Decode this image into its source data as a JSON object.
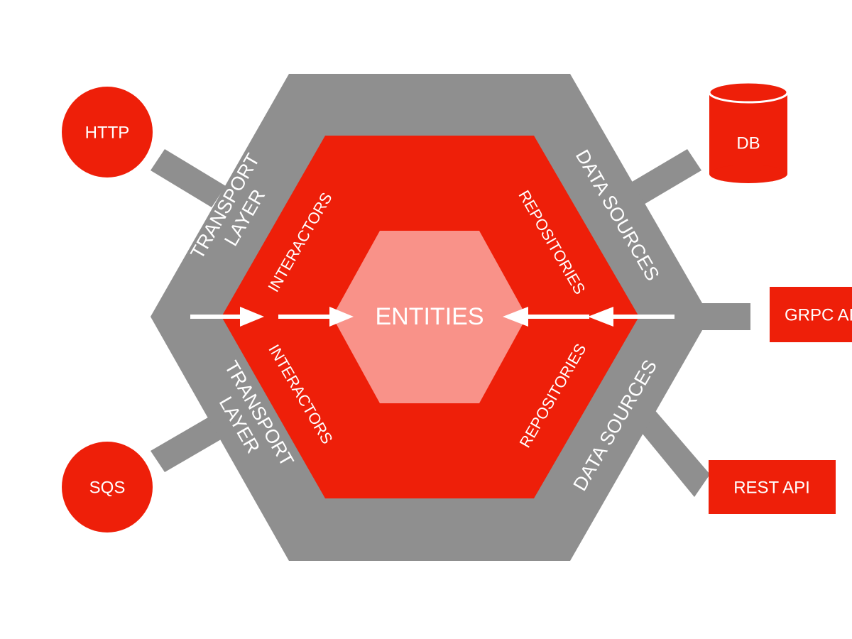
{
  "colors": {
    "background": "#ffffff",
    "outer_layer": "#8f8f8f",
    "middle_layer": "#ee1f09",
    "core": "#f99289",
    "external_node": "#ee1f09",
    "arrow": "#ffffff",
    "text": "#ffffff"
  },
  "center": {
    "label": "ENTITIES"
  },
  "layers": {
    "transport_top_line1": "TRANSPORT",
    "transport_top_line2": "LAYER",
    "transport_bottom_line1": "TRANSPORT",
    "transport_bottom_line2": "LAYER",
    "data_sources_top": "DATA SOURCES",
    "data_sources_bottom": "DATA SOURCES",
    "interactors_top": "INTERACTORS",
    "interactors_bottom": "INTERACTORS",
    "repositories_top": "REPOSITORIES",
    "repositories_bottom": "REPOSITORIES"
  },
  "externals": {
    "http": {
      "label": "HTTP",
      "shape": "circle"
    },
    "sqs": {
      "label": "SQS",
      "shape": "circle"
    },
    "db": {
      "label": "DB",
      "shape": "cylinder"
    },
    "grpc": {
      "label": "GRPC API",
      "shape": "rectangle"
    },
    "rest": {
      "label": "REST API",
      "shape": "rectangle"
    }
  },
  "icons": {
    "arrows": "arrow-right-icon, arrow-left-icon",
    "db": "database-cylinder-icon"
  }
}
